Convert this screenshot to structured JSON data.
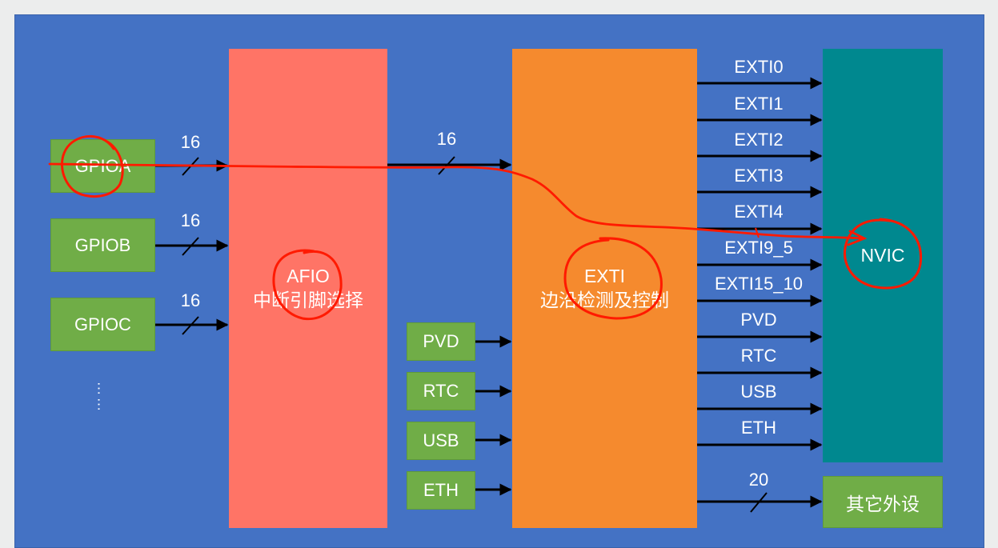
{
  "inputs": {
    "gpio_a": "GPIOA",
    "gpio_b": "GPIOB",
    "gpio_c": "GPIOC",
    "ellipsis": "……"
  },
  "afio": {
    "line1": "AFIO",
    "line2": "中断引脚选择"
  },
  "exti": {
    "line1": "EXTI",
    "line2": "边沿检测及控制"
  },
  "bus_widths": {
    "gpio_a": "16",
    "gpio_b": "16",
    "gpio_c": "16",
    "afio_to_exti": "16",
    "others": "20"
  },
  "extra_sources": [
    "PVD",
    "RTC",
    "USB",
    "ETH"
  ],
  "exti_outputs": [
    "EXTI0",
    "EXTI1",
    "EXTI2",
    "EXTI3",
    "EXTI4",
    "EXTI9_5",
    "EXTI15_10",
    "PVD",
    "RTC",
    "USB",
    "ETH"
  ],
  "nvic": {
    "label": "NVIC"
  },
  "other_peripherals": {
    "label": "其它外设"
  },
  "colors": {
    "background": "#4472c4",
    "gpio_box": "#70ad47",
    "afio_box": "#ff7466",
    "exti_box": "#f58a2e",
    "nvic_box": "#00888f",
    "annotation": "#ff1a00"
  }
}
